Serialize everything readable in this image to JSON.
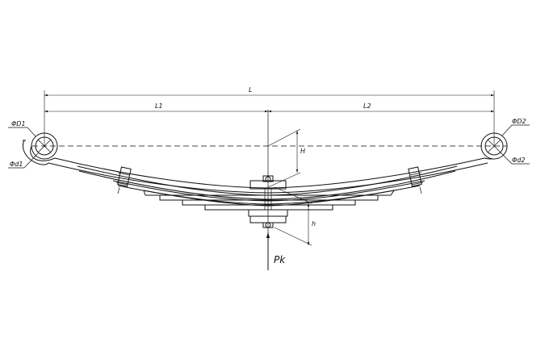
{
  "labels": {
    "overall_length": "L",
    "left_length": "L1",
    "right_length": "L2",
    "vertical_height": "H",
    "lower_height": "h",
    "left_eye_outer": "ΦD1",
    "left_eye_inner": "Φd1",
    "right_eye_outer": "ΦD2",
    "right_eye_inner": "Φd2",
    "load": "Pk"
  }
}
